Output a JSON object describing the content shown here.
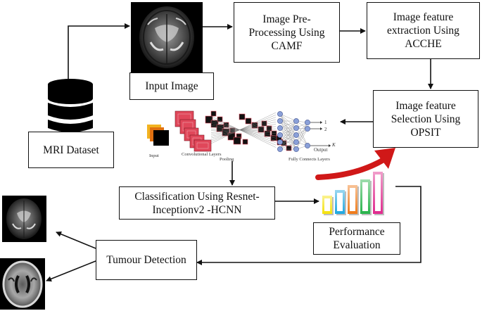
{
  "boxes": {
    "mri_dataset": "MRI Dataset",
    "input_image": "Input Image",
    "preprocessing": "Image Pre-Processing Using CAMF",
    "feature_extraction": "Image feature extraction Using ACCHE",
    "feature_selection": "Image feature Selection Using OPSIT",
    "classification": "Classification Using Resnet-Inceptionv2 -HCNN",
    "performance": "Performance Evaluation",
    "tumour_detection": "Tumour Detection"
  },
  "network": {
    "input_label": "Input",
    "conv_label": "Convolutional Layers",
    "pooling_label": "Pooling",
    "fc_label": "Fully Connects Layers",
    "output_label": "Output",
    "out_1": "1",
    "out_2": "2",
    "out_k": "K"
  },
  "icons": [
    "database-icon",
    "brain-mri-image-icon",
    "neural-network-icon",
    "bar-chart-growth-icon"
  ],
  "colors": {
    "conv_red": "#e0475a",
    "node_blue": "#8aa0d8",
    "arrow_red": "#d01818",
    "bars": [
      "#f5e20a",
      "#1ea7e0",
      "#f07a18",
      "#27b34a",
      "#e02a8e"
    ]
  }
}
